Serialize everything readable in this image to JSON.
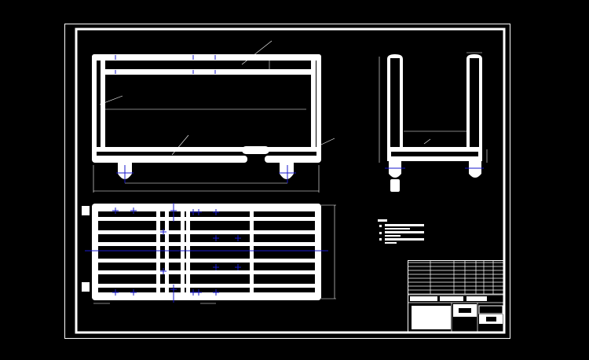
{
  "drawing": {
    "colors": {
      "background": "#000000",
      "linework": "#ffffff",
      "centerline": "#1a1acc"
    },
    "views": [
      "front-view",
      "side-view",
      "top-view"
    ],
    "notes_lines": 4,
    "title_block": true
  }
}
